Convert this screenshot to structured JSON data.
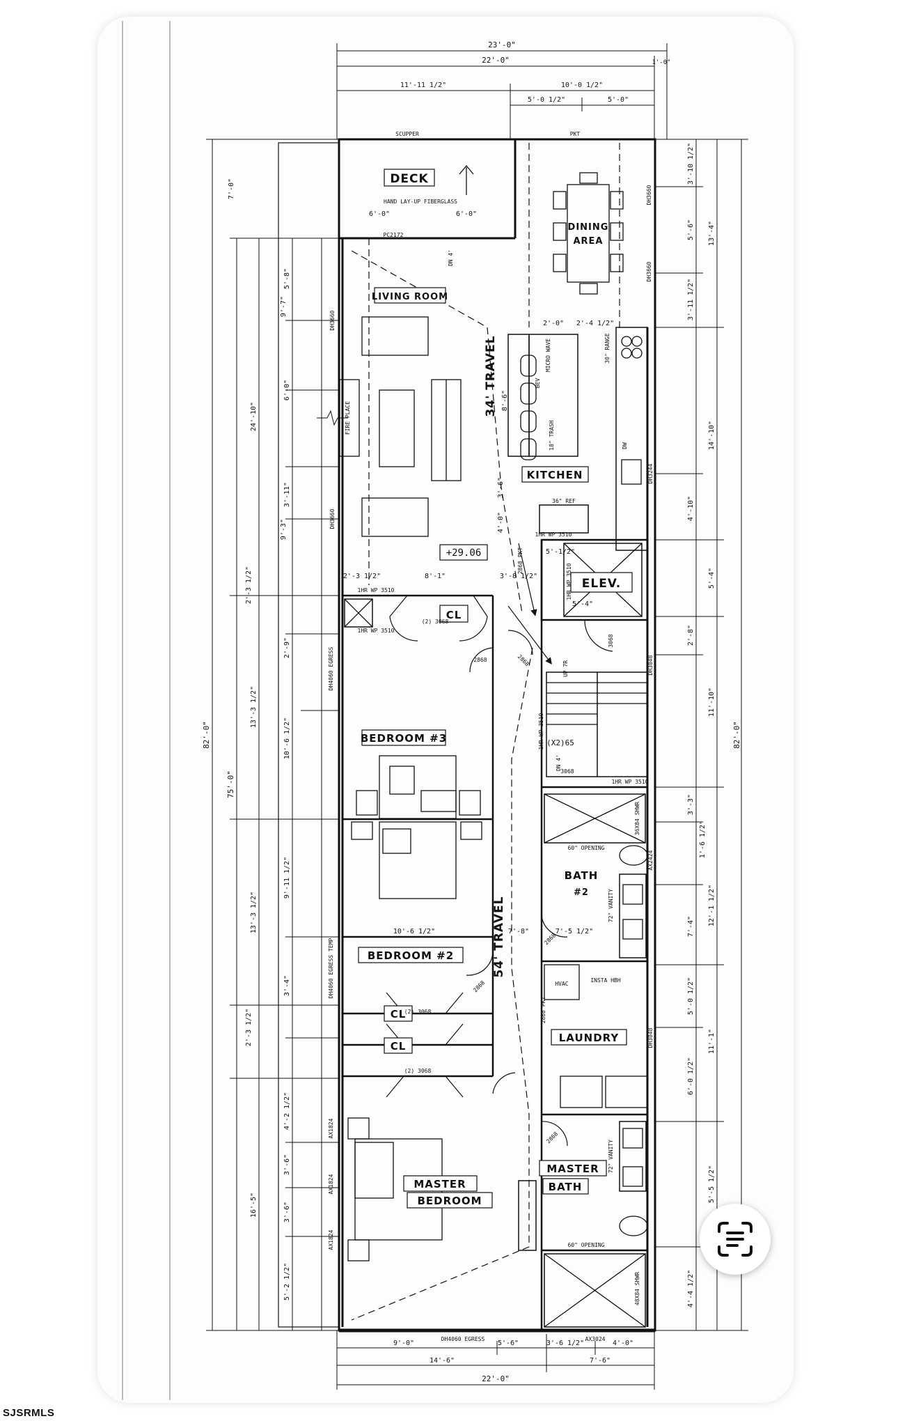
{
  "watermark": "SJSRMLS",
  "rooms": {
    "deck": "DECK",
    "deck_note": "HAND LAY-UP FIBERGLASS",
    "dining": "DINING",
    "dining2": "AREA",
    "living": "LIVING ROOM",
    "kitchen": "KITCHEN",
    "elev": "ELEV.",
    "bedroom3": "BEDROOM #3",
    "bedroom2": "BEDROOM #2",
    "bath2": "BATH",
    "bath2_num": "#2",
    "laundry": "LAUNDRY",
    "master_bed_1": "MASTER",
    "master_bed_2": "BEDROOM",
    "master_bath_1": "MASTER",
    "master_bath_2": "BATH",
    "cl1": "CL",
    "cl2": "CL",
    "cl3": "CL",
    "hvac": "HVAC",
    "fireplace": "FIRE PLACE",
    "insta": "INSTA HBH"
  },
  "notes": {
    "travel34": "34' TRAVEL",
    "travel54": "54' TRAVEL",
    "elevation": "+29.06",
    "scupper": "SCUPPER",
    "vent": "PKT",
    "micro": "MICRO WAVE",
    "bev": "BEV",
    "trash": "18\" TRASH",
    "ref": "36\" REF",
    "range": "30\" RANGE",
    "dw": "DW",
    "vanity72": "72\" VANITY",
    "vanity72b": "72\" VANITY",
    "open60a": "60\" OPENING",
    "open60b": "60\" OPENING",
    "shwr1": "36X84 SHWR",
    "shwr2": "48X84 SHWR",
    "egress_bot": "DH4060 EGRESS",
    "egress_l1": "DH4060 EGRESS",
    "egress_l2": "DH4060 EGRESS TEMP",
    "dn4a": "DN 4'",
    "dn4b": "DN 4'",
    "upst": "UP 7R",
    "stair_lbl": "(X2)65",
    "hr1": "1HR WP 3510",
    "hr2": "1HR WP 3510",
    "hr3": "1HR WP 3510",
    "hr4": "1HR WP 3510",
    "hr5": "1HR WP 3510",
    "hr6": "1HR WP 3510",
    "door_2868a": "2868",
    "door_2868b": "2868",
    "door_2868c": "2868",
    "door_2868d": "2868",
    "door_2868e": "2868",
    "door_3068a": "(2) 3068",
    "door_3068b": "(2) 3068",
    "door_3068c": "(2) 3068",
    "door_3068d": "3068",
    "door_3068e": "3068",
    "pkt1": "2868 PKT",
    "pkt2": "2868 PKT",
    "pdoor": "PC2172",
    "dh_r1": "DH3660",
    "dh_r2": "DH3660",
    "dh_r3": "DH3244",
    "dh_r4": "DH3048",
    "dh_r5": "AX2424",
    "dh_r6": "DH3048",
    "dh_l1": "DH3660",
    "dh_l2": "DH3660",
    "ax1": "AX1824",
    "ax2": "AX1824",
    "ax3": "AX1824",
    "ax_bot": "AX3024"
  },
  "dims": {
    "top_total": "23'-0\"",
    "top_22": "22'-0\"",
    "top_1c": "1'-0\"",
    "top_a": "11'-11 1/2\"",
    "top_b": "10'-0 1/2\"",
    "top_c": "5'-0 1/2\"",
    "top_d": "5'-0\"",
    "deck_a": "6'-0\"",
    "deck_b": "6'-0\"",
    "kit_a": "2'-0\"",
    "kit_b": "2'-4 1/2\"",
    "kit_c": "8'-6\"",
    "kit_d": "3'-6\"",
    "kit_e": "4'-0\"",
    "liv_a": "2'-3 1/2\"",
    "liv_b": "8'-1\"",
    "liv_c": "3'-8 1/2\"",
    "elev_a": "5'-1/2\"",
    "elev_b": "5'-4\"",
    "bath_a": "7'-5 1/2\"",
    "bed_a": "10'-6 1/2\"",
    "seven": "7'-8\"",
    "bot_a": "9'-0\"",
    "bot_b": "5'-6\"",
    "bot_c": "3'-6 1/2\"",
    "bot_d": "4'-0\"",
    "bot_e": "14'-6\"",
    "bot_f": "7'-6\"",
    "bot_total": "22'-0\"",
    "l_outer": "82'-0\"",
    "l_inner": "75'-0\"",
    "l_7": "7'-0\"",
    "l_2410": "24'-10\"",
    "l_1331a": "13'-3 1/2\"",
    "l_1331b": "13'-3 1/2\"",
    "l_165": "16'-5\"",
    "l_58": "5'-8\"",
    "l_97": "9'-7\"",
    "l_60": "6'-0\"",
    "l_311": "3'-11\"",
    "l_93": "9'-3\"",
    "l_231": "2'-3 1/2\"",
    "l_29": "2'-9\"",
    "l_1061": "10'-6 1/2\"",
    "l_9111": "9'-11 1/2\"",
    "l_34": "3'-4\"",
    "l_231b": "2'-3 1/2\"",
    "l_421": "4'-2 1/2\"",
    "l_36a": "3'-6\"",
    "l_36b": "3'-6\"",
    "l_521": "5'-2 1/2\"",
    "r_outer": "82'-0\"",
    "r_3101": "3'-10 1/2\"",
    "r_56": "5'-6\"",
    "r_3111": "3'-11 1/2\"",
    "r_134": "13'-4\"",
    "r_1410": "14'-10\"",
    "r_410": "4'-10\"",
    "r_54": "5'-4\"",
    "r_28": "2'-8\"",
    "r_1110": "11'-10\"",
    "r_33": "3'-3\"",
    "r_161": "1'-6 1/2\"",
    "r_1211": "12'-1 1/2\"",
    "r_74": "7'-4\"",
    "r_501": "5'-0 1/2\"",
    "r_111": "11'-1\"",
    "r_601": "6'-0 1/2\"",
    "r_51": "5'-5 1/2\"",
    "r_441": "4'-4 1/2\""
  },
  "scan_button_icon": "text-scan-icon"
}
